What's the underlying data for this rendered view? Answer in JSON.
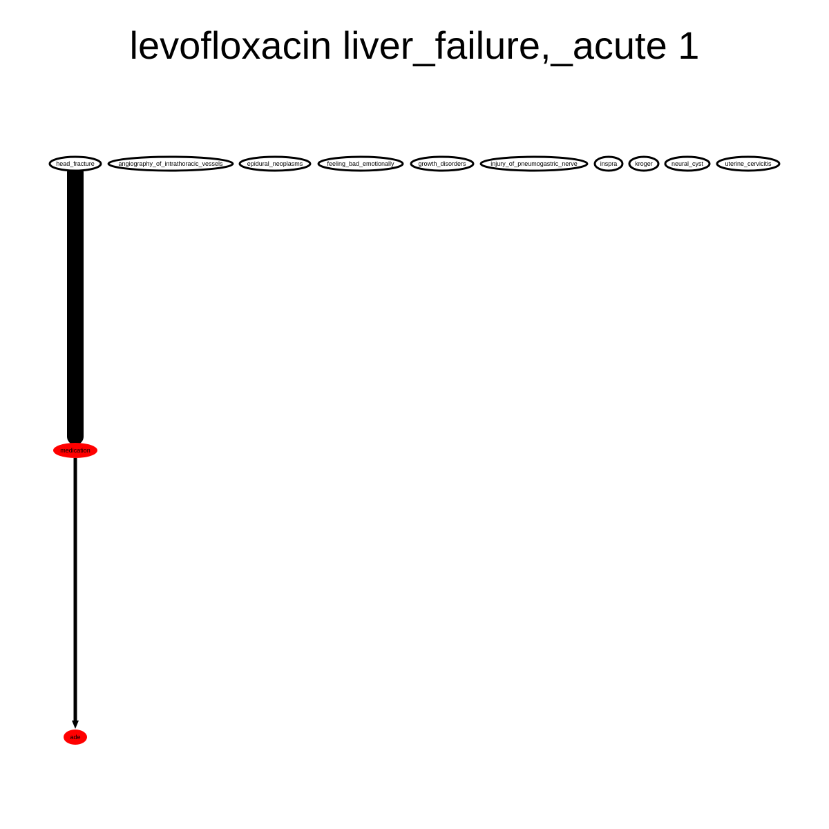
{
  "title": "levofloxacin liver_failure,_acute 1",
  "colors": {
    "background": "#ffffff",
    "outline": "#000000",
    "highlight": "#ff0000",
    "edge": "#000000"
  },
  "nodes": [
    {
      "id": "head_fracture",
      "label": "head_fracture",
      "style": "outline"
    },
    {
      "id": "angiography_of_intrathoracic_vessels",
      "label": "angiography_of_intrathoracic_vessels",
      "style": "outline"
    },
    {
      "id": "epidural_neoplasms",
      "label": "epidural_neoplasms",
      "style": "outline"
    },
    {
      "id": "feeling_bad_emotionally",
      "label": "feeling_bad_emotionally",
      "style": "outline"
    },
    {
      "id": "growth_disorders",
      "label": "growth_disorders",
      "style": "outline"
    },
    {
      "id": "injury_of_pneumogastric_nerve",
      "label": "injury_of_pneumogastric_nerve",
      "style": "outline"
    },
    {
      "id": "inspra",
      "label": "inspra",
      "style": "outline"
    },
    {
      "id": "kroger",
      "label": "kroger",
      "style": "outline"
    },
    {
      "id": "neural_cyst",
      "label": "neural_cyst",
      "style": "outline"
    },
    {
      "id": "uterine_cervicitis",
      "label": "uterine_cervicitis",
      "style": "outline"
    },
    {
      "id": "medication",
      "label": "medication",
      "style": "filled"
    },
    {
      "id": "ade",
      "label": "ade",
      "style": "filled"
    }
  ],
  "edges": [
    {
      "from": "head_fracture",
      "to": "medication",
      "weight": "heavy"
    },
    {
      "from": "medication",
      "to": "ade",
      "weight": "normal"
    }
  ]
}
